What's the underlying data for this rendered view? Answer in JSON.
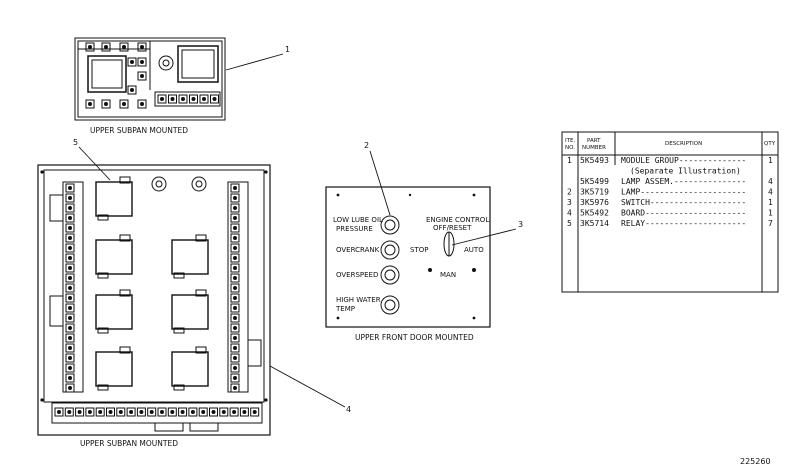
{
  "captions": {
    "top": "UPPER SUBPAN MOUNTED",
    "bottom": "UPPER SUBPAN MOUNTED",
    "door": "UPPER FRONT DOOR MOUNTED"
  },
  "callouts": [
    "1",
    "2",
    "3",
    "4",
    "5"
  ],
  "door_labels": {
    "low_lube": "LOW LUBE OIL",
    "pressure": "PRESSURE",
    "overcrank": "OVERCRANK",
    "overspeed": "OVERSPEED",
    "high_water": "HIGH WATER",
    "temp": "TEMP",
    "engine_control": "ENGINE CONTROL",
    "off_reset": "OFF/RESET",
    "stop": "STOP",
    "auto": "AUTO",
    "man": "MAN"
  },
  "parts_table": {
    "headers": {
      "item": "ITE.",
      "item2": "NO.",
      "part": "PART",
      "part2": "NUMBER",
      "description": "DESCRIPTION",
      "qty": "QTY"
    },
    "rows": [
      {
        "item": "1",
        "part": "5K5493",
        "desc": "MODULE GROUP--------------",
        "qty": "1"
      },
      {
        "item": "",
        "part": "",
        "desc": "(Separate Illustration)",
        "qty": ""
      },
      {
        "item": "",
        "part": "5K5499",
        "desc": "LAMP ASSEM.---------------",
        "qty": "4"
      },
      {
        "item": "2",
        "part": "3K5719",
        "desc": "LAMP----------------------",
        "qty": "4"
      },
      {
        "item": "3",
        "part": "3K5976",
        "desc": "SWITCH--------------------",
        "qty": "1"
      },
      {
        "item": "4",
        "part": "5K5492",
        "desc": "BOARD---------------------",
        "qty": "1"
      },
      {
        "item": "5",
        "part": "3K5714",
        "desc": "RELAY---------------------",
        "qty": "7"
      }
    ]
  },
  "drawing_number": "225260"
}
